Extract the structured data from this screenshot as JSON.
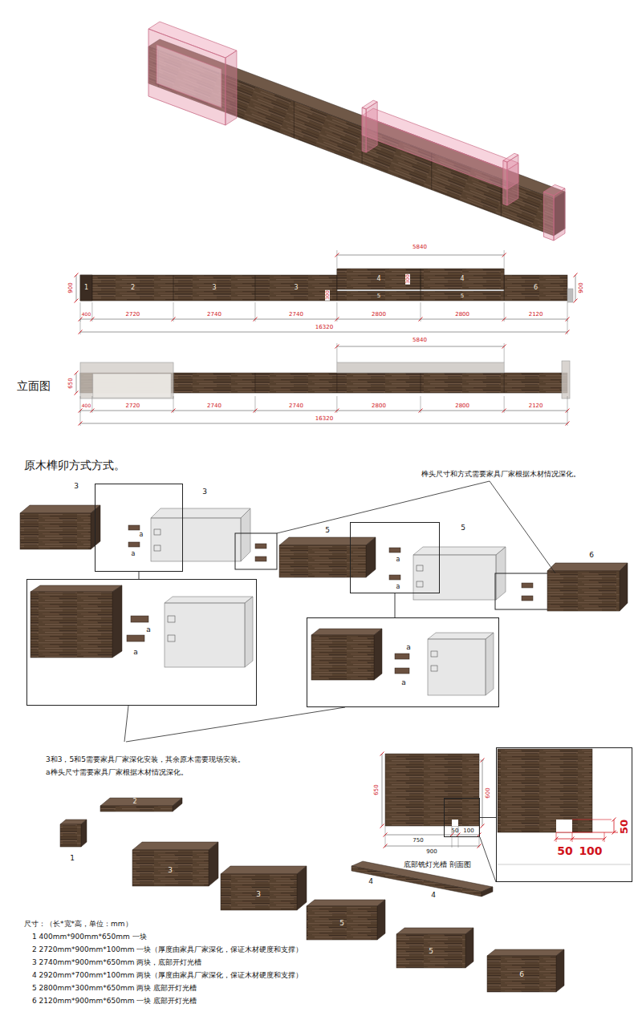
{
  "diagram": {
    "nodes": [
      {
        "text": [
          "a",
          "a"
        ]
      },
      {
        "text": [
          "a",
          "a"
        ]
      },
      {
        "text": [
          "a",
          "a"
        ]
      },
      {
        "text": [
          "a",
          "a"
        ]
      },
      {
        "text": [
          "50",
          "100"
        ]
      },
      {
        "text": [
          "50",
          "50",
          "100"
        ]
      }
    ],
    "edges": [
      {
        "from": 0,
        "to": 1,
        "arrow": "none"
      },
      {
        "from": 2,
        "to": 3,
        "arrow": "none"
      },
      {
        "from": 4,
        "to": 5,
        "arrow": "none"
      }
    ],
    "labels": [
      "5840",
      "900",
      "1",
      "2",
      "3",
      "3",
      "4",
      "300",
      "4",
      "300",
      "5",
      "5",
      "6",
      "900",
      "400",
      "2720",
      "2740",
      "2740",
      "2800",
      "2800",
      "2120",
      "16320",
      "5840",
      "650",
      "立面图",
      "400",
      "2720",
      "2740",
      "2740",
      "2800",
      "2800",
      "2120",
      "16320",
      "原木榫卯方式方式。",
      "榫头尺寸和方式需要家具厂家根据木材情况深化。",
      "3",
      "3",
      "5",
      "5",
      "6",
      "650",
      "600",
      "750",
      "900",
      "底部铣灯光槽 剖面图",
      "3和3，5和5需要家具厂家深化安装，其余原木需要现场安装。",
      "a榫头尺寸需要家具厂家根据木材情况深化。",
      "1",
      "2",
      "3",
      "3",
      "4",
      "4",
      "5",
      "5",
      "6",
      "尺寸：（长*宽*高，单位：mm）",
      "1 400mm*900mm*650mm 一块",
      "2 2720mm*900mm*100mm 一块（厚度由家具厂家深化，保证木材硬度和支撑）",
      "3 2740mm*900mm*650mm 两块，底部开灯光槽",
      "4 2920mm*700mm*100mm 两块（厚度由家具厂家深化，保证木材硬度和支撑）",
      "5 2800mm*300mm*650mm 两块 底部开灯光槽",
      "6 2120mm*900mm*650mm 一块 底部开灯光槽"
    ]
  }
}
